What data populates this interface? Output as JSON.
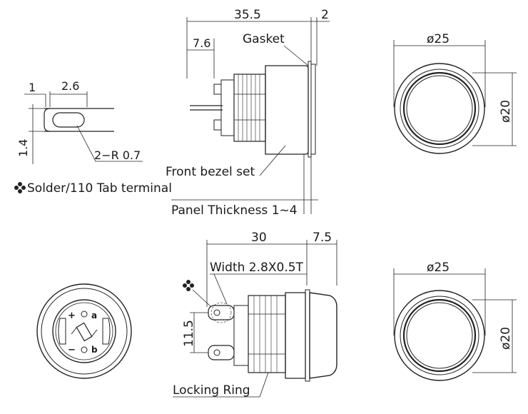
{
  "dimensions": {
    "top_overall": "35.5",
    "top_flange": "2",
    "top_body": "7.6",
    "tab_offset": "1",
    "tab_width": "2.6",
    "tab_height": "1.4",
    "tab_radius": "2−R 0.7",
    "top_diameter": "ø25",
    "top_inner_diameter": "ø20",
    "bottom_overall": "30",
    "bottom_cap": "7.5",
    "terminal_pitch": "11.5",
    "bottom_diameter": "ø25",
    "bottom_inner_diameter": "ø20"
  },
  "callouts": {
    "gasket": "Gasket",
    "front_bezel": "Front bezel set",
    "panel_thickness": "Panel Thickness 1~4",
    "solder_tab": "Solder/110 Tab terminal",
    "width": "Width 2.8X0.5T",
    "locking_ring": "Locking Ring",
    "terminal_marks": [
      "+",
      "−",
      "a",
      "b"
    ]
  },
  "colors": {
    "line": "#222222",
    "text": "#1a1a1a",
    "background": "#ffffff"
  },
  "icons": {
    "star_mark": "flower-asterisk-icon"
  }
}
